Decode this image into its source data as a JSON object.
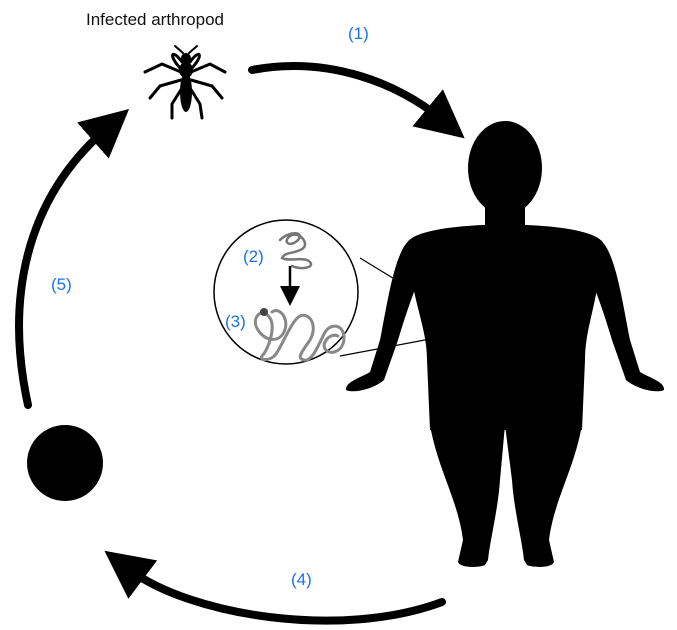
{
  "labels": {
    "arthropod": "Infected arthropod",
    "step1": "(1)",
    "step2": "(2)",
    "step3": "(3)",
    "step4": "(4)",
    "step5": "(5)"
  },
  "colors": {
    "step_label": "#1a73e8",
    "silhouette": "#000000",
    "worm": "#8a8a8a",
    "background": "#ffffff"
  },
  "icons": [
    "mosquito-icon",
    "human-silhouette",
    "larva-worm-icon",
    "adult-worm-icon",
    "microfilaria-dot"
  ]
}
